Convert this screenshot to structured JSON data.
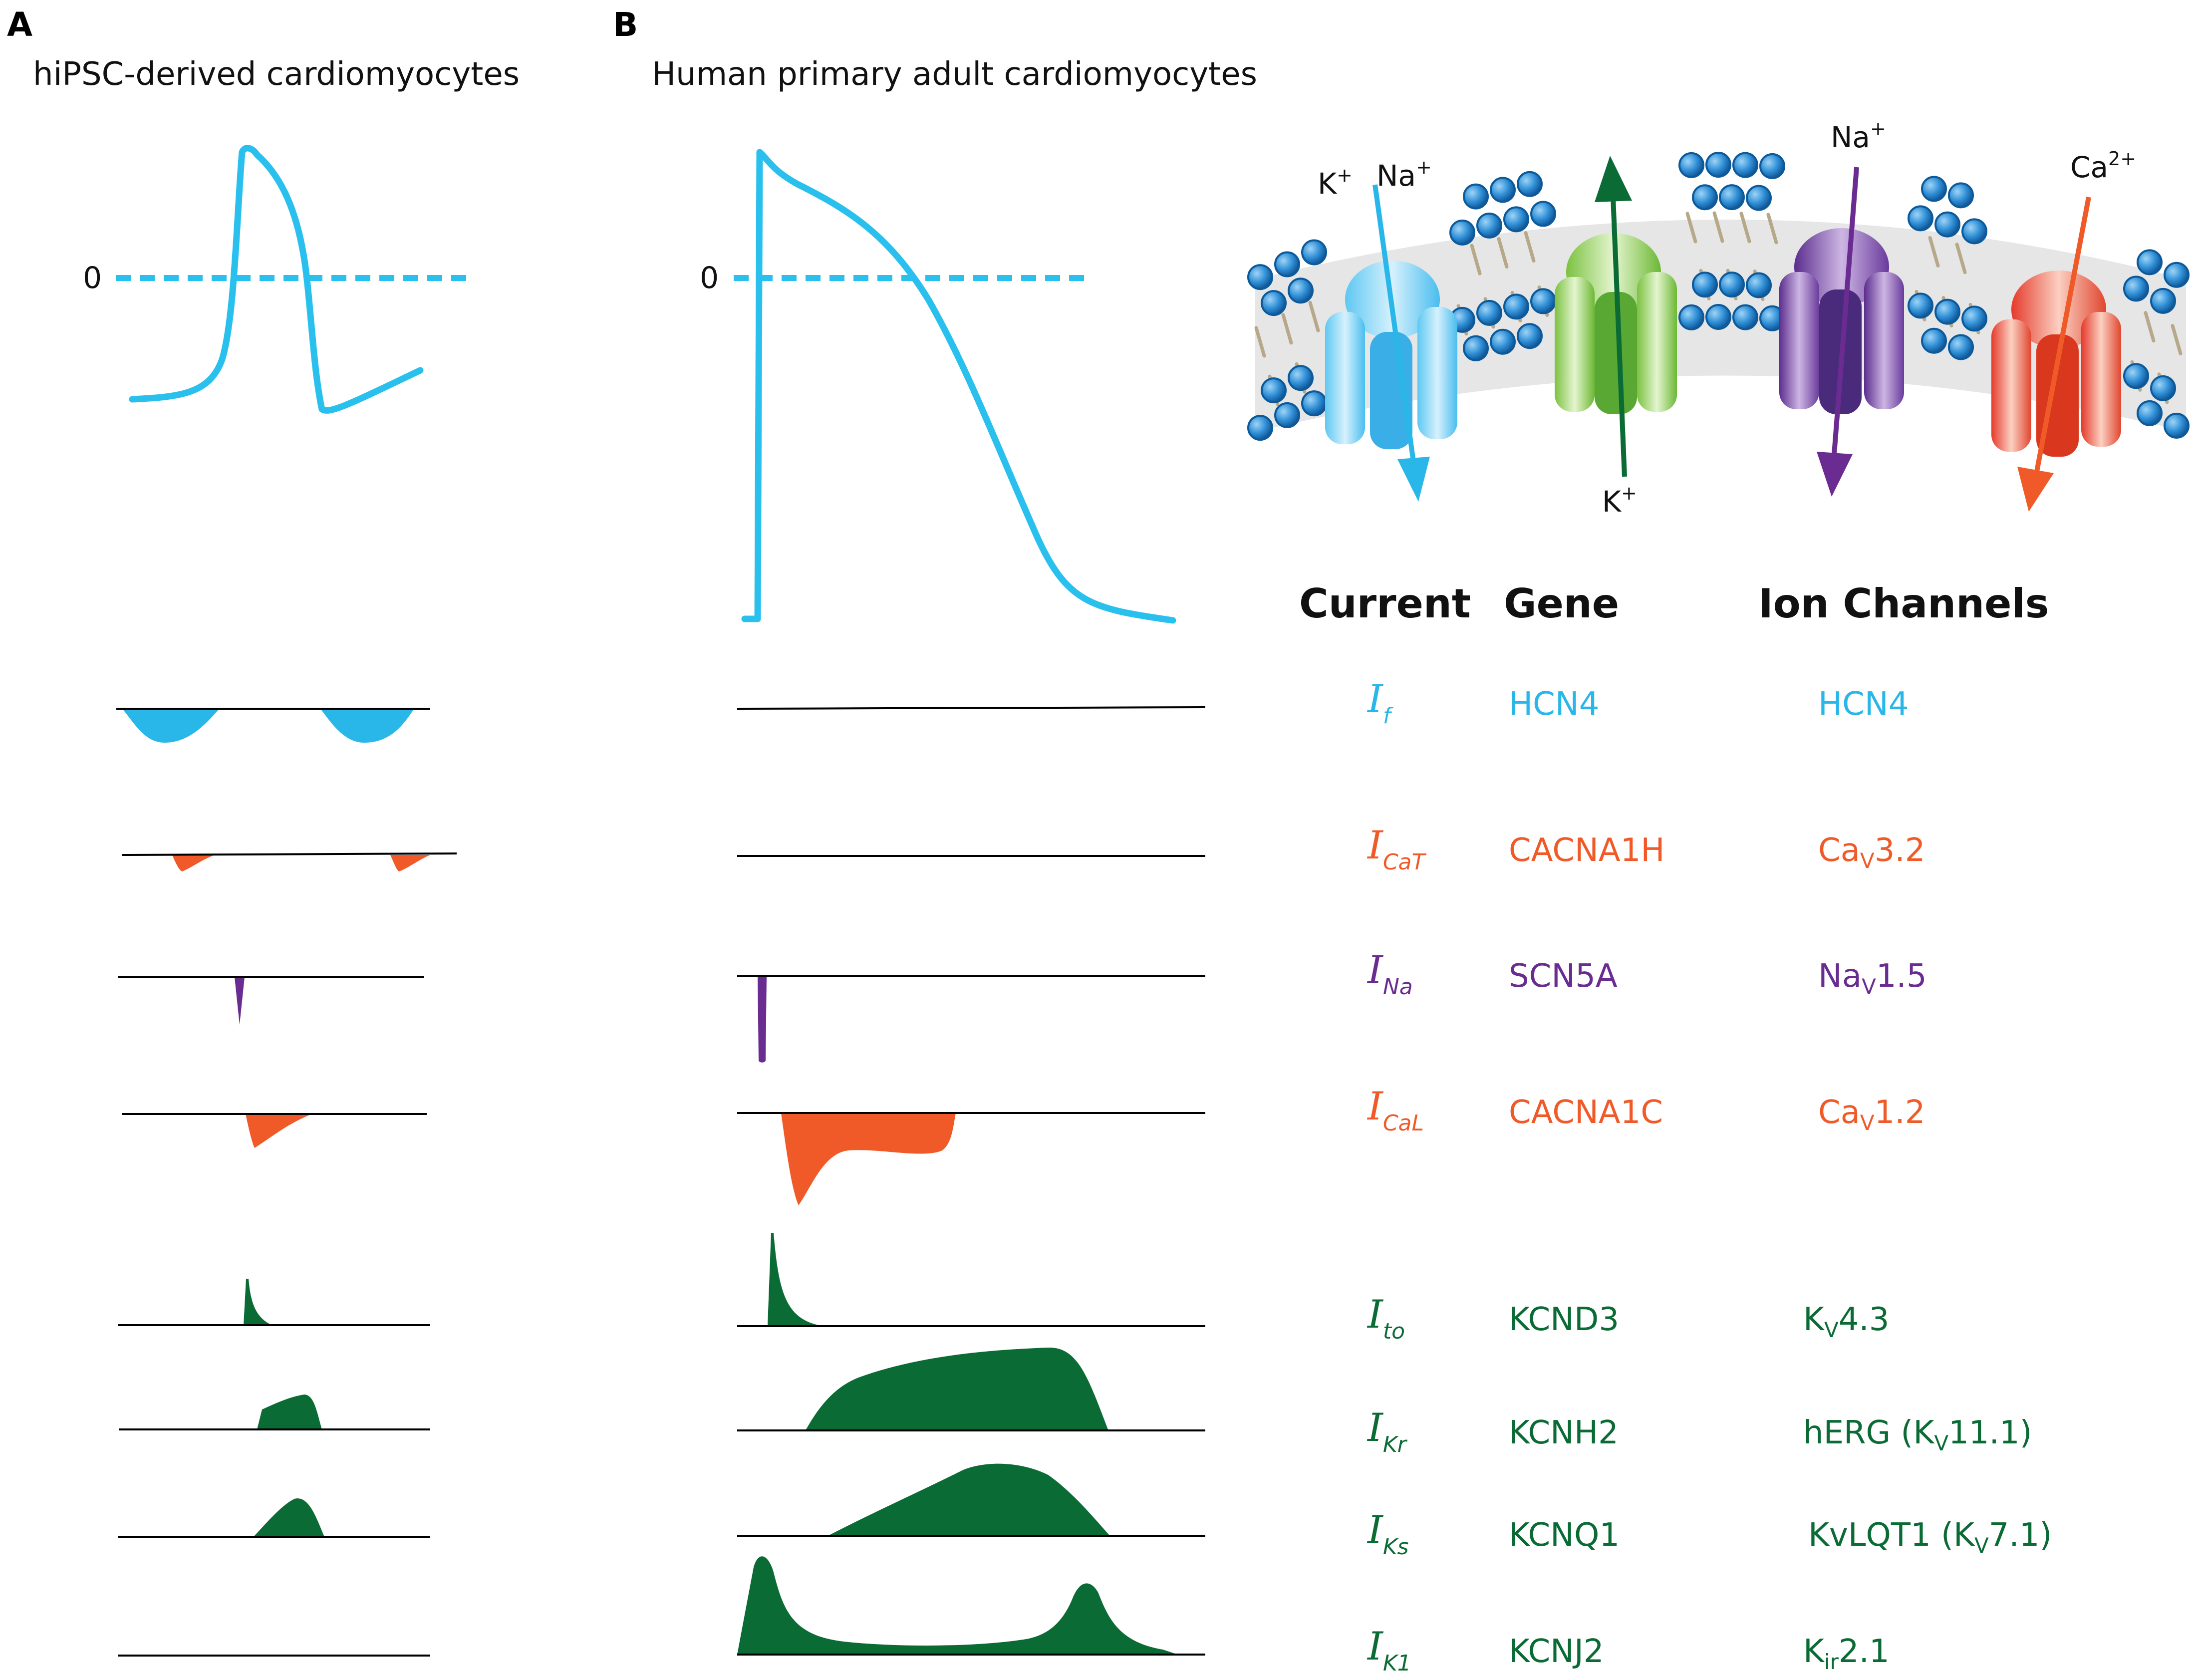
{
  "panels": {
    "a": {
      "letter": "A",
      "title": "hiPSC-derived cardiomyocytes",
      "zero": "0"
    },
    "b": {
      "letter": "B",
      "title": "Human primary adult cardiomyocytes",
      "zero": "0"
    }
  },
  "membrane": {
    "labels": {
      "k_in": "K",
      "k_in_sup": "+",
      "na_in": "Na",
      "na_in_sup": "+",
      "k_out": "K",
      "k_out_sup": "+",
      "na_top": "Na",
      "na_top_sup": "+",
      "ca_top": "Ca",
      "ca_top_sup": "2+"
    }
  },
  "table": {
    "headers": {
      "current": "Current",
      "gene": "Gene",
      "channels": "Ion Channels"
    },
    "rows": [
      {
        "cur": "I",
        "cur_sub": "f",
        "gene": "HCN4",
        "ch": "HCN4",
        "ch_sub": "",
        "ch_after": "",
        "color": "#29b6e8"
      },
      {
        "cur": "I",
        "cur_sub": "CaT",
        "gene": "CACNA1H",
        "ch": "Ca",
        "ch_sub": "V",
        "ch_after": "3.2",
        "color": "#f05a28"
      },
      {
        "cur": "I",
        "cur_sub": "Na",
        "gene": "SCN5A",
        "ch": "Na",
        "ch_sub": "V",
        "ch_after": "1.5",
        "color": "#6a2c91"
      },
      {
        "cur": "I",
        "cur_sub": "CaL",
        "gene": "CACNA1C",
        "ch": "Ca",
        "ch_sub": "V",
        "ch_after": "1.2",
        "color": "#f05a28"
      },
      {
        "cur": "I",
        "cur_sub": "to",
        "gene": "KCND3",
        "ch": "K",
        "ch_sub": "V",
        "ch_after": "4.3",
        "color": "#0a6b35"
      },
      {
        "cur": "I",
        "cur_sub": "Kr",
        "gene": "KCNH2",
        "ch": "hERG (K",
        "ch_sub": "V",
        "ch_after": "11.1)",
        "color": "#0a6b35"
      },
      {
        "cur": "I",
        "cur_sub": "Ks",
        "gene": "KCNQ1",
        "ch": "KvLQT1 (K",
        "ch_sub": "V",
        "ch_after": "7.1)",
        "color": "#0a6b35"
      },
      {
        "cur": "I",
        "cur_sub": "K1",
        "gene": "KCNJ2",
        "ch": "K",
        "ch_sub": "ir",
        "ch_after": "2.1",
        "color": "#0a6b35"
      }
    ]
  },
  "colors": {
    "ap_trace": "#29c0ee",
    "cyan": "#29b6e8",
    "orange": "#f05a28",
    "purple": "#6a2c91",
    "green": "#0a6b35",
    "membrane_blue": "#1f7fc8"
  }
}
